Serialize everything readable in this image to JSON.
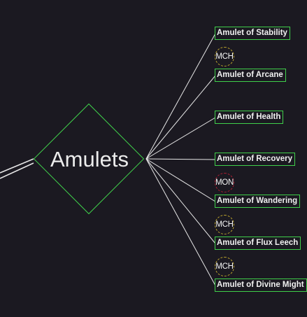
{
  "hub": {
    "label": "Amulets"
  },
  "items": [
    {
      "label": "Amulet of Stability"
    },
    {
      "label": "Amulet of Arcane",
      "badge": "MCH"
    },
    {
      "label": "Amulet of Health"
    },
    {
      "label": "Amulet of Recovery"
    },
    {
      "label": "Amulet of Wandering",
      "badge": "MON"
    },
    {
      "label": "Amulet of Flux Leech",
      "badge": "MCH"
    },
    {
      "label": "Amulet of Divine Might",
      "badge": "MCH"
    }
  ],
  "colors": {
    "background": "#1b1921",
    "node_border": "#3fcf4a",
    "connector": "#e6e6e6",
    "badge_mch": "#c2a92d",
    "badge_mon": "#b01e32"
  }
}
